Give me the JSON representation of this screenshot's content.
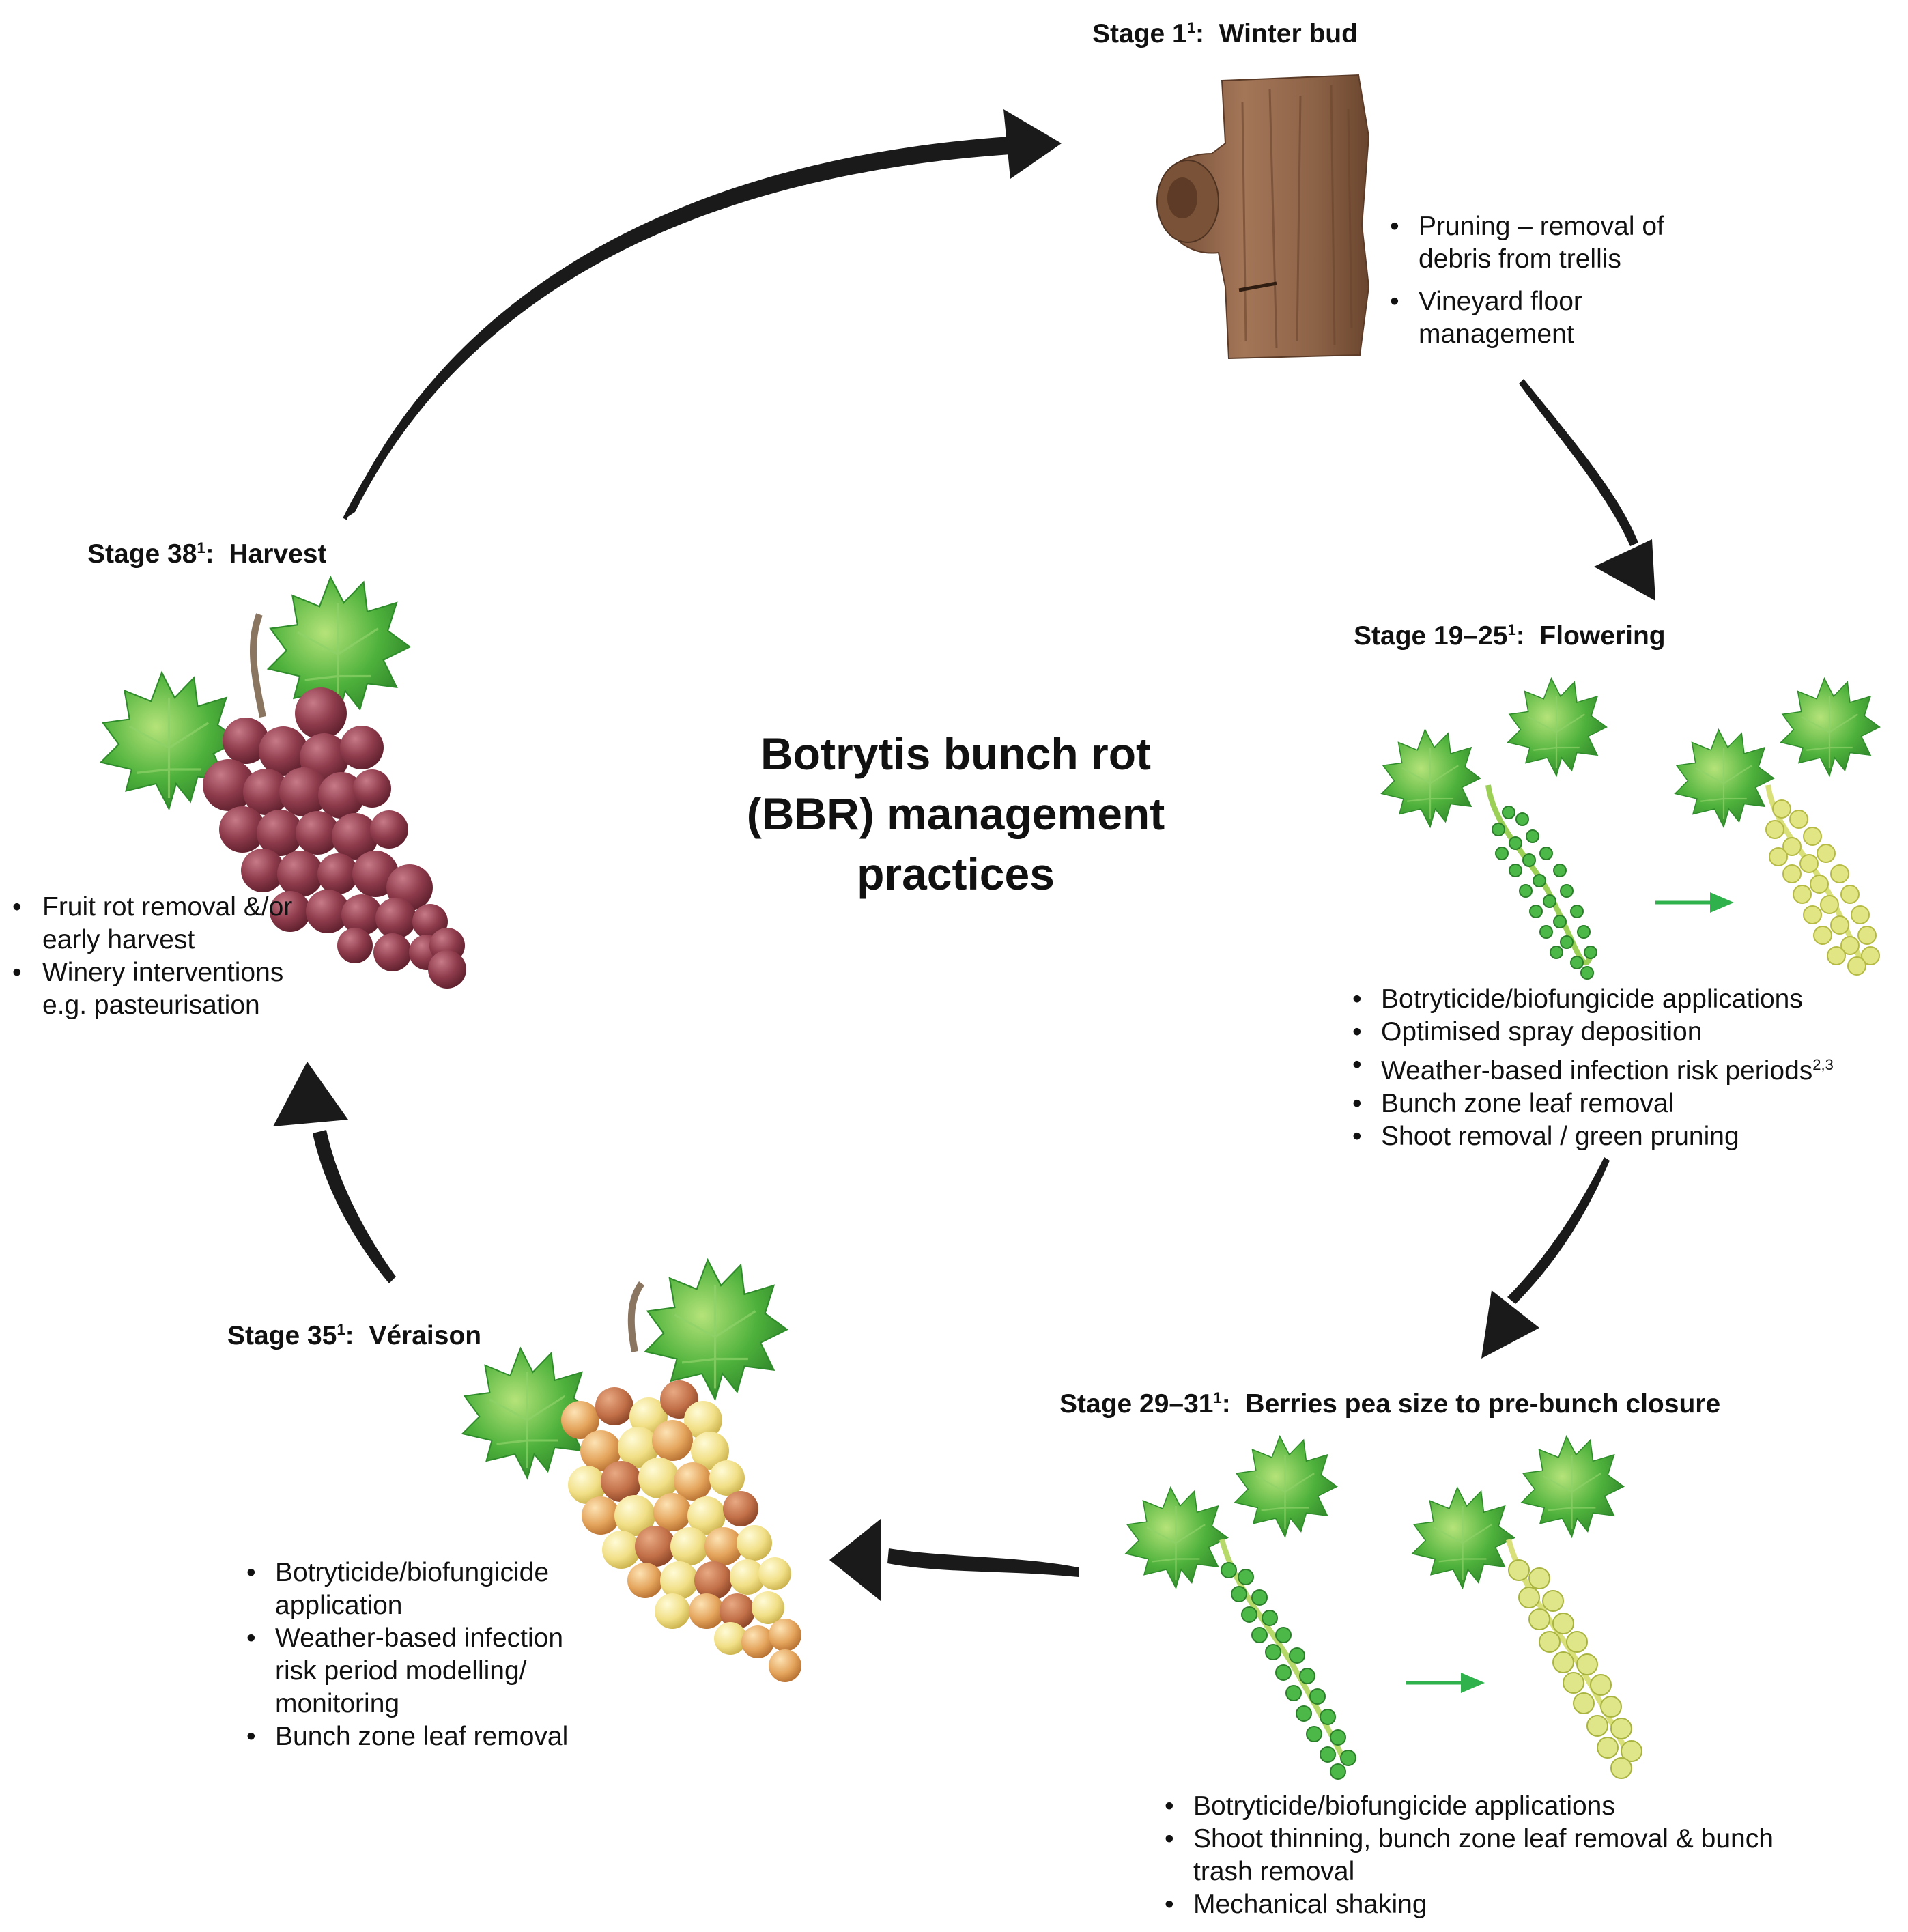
{
  "title": {
    "line1": "Botrytis bunch rot",
    "line2": "(BBR) management",
    "line3": "practices"
  },
  "stages": {
    "winter_bud": {
      "label": "Stage 1",
      "sup": "1",
      "name": "Winter bud",
      "items": [
        "Pruning – removal of debris from trellis",
        "Vineyard floor management"
      ]
    },
    "flowering": {
      "label": "Stage 19–25",
      "sup": "1",
      "name": "Flowering",
      "items": [
        "Botryticide/biofungicide applications",
        "Optimised spray deposition",
        "Weather-based infection risk periods",
        "Bunch zone leaf removal",
        "Shoot removal / green pruning"
      ],
      "item3_sup": "2,3"
    },
    "pea_size": {
      "label": "Stage 29–31",
      "sup": "1",
      "name": "Berries pea size to pre-bunch closure",
      "items": [
        "Botryticide/biofungicide applications",
        "Shoot thinning, bunch zone leaf removal & bunch trash removal",
        "Mechanical shaking"
      ]
    },
    "veraison": {
      "label": "Stage 35",
      "sup": "1",
      "name": "Véraison",
      "items": [
        "Botryticide/biofungicide application",
        "Weather-based infection risk period modelling/ monitoring",
        "Bunch zone leaf removal"
      ]
    },
    "harvest": {
      "label": "Stage 38",
      "sup": "1",
      "name": "Harvest",
      "items": [
        "Fruit rot removal &/or early harvest",
        "Winery interventions e.g. pasteurisation"
      ]
    }
  },
  "colors": {
    "arrow": "#1a1a1a",
    "leaf": "#3aa535",
    "leaf_light": "#8dd35a",
    "flower_green": "#4cb848",
    "flower_yellow": "#d8e06a",
    "berry_green": "#5cbf4a",
    "berry_yellow": "#d9dd78",
    "harvest_berry": "#8e3b4c",
    "veraison_yellow": "#f3e28c",
    "veraison_orange": "#e0a05a",
    "veraison_brown": "#c27048",
    "bark": "#9a6c4c",
    "green_arrow": "#2fb24c"
  }
}
